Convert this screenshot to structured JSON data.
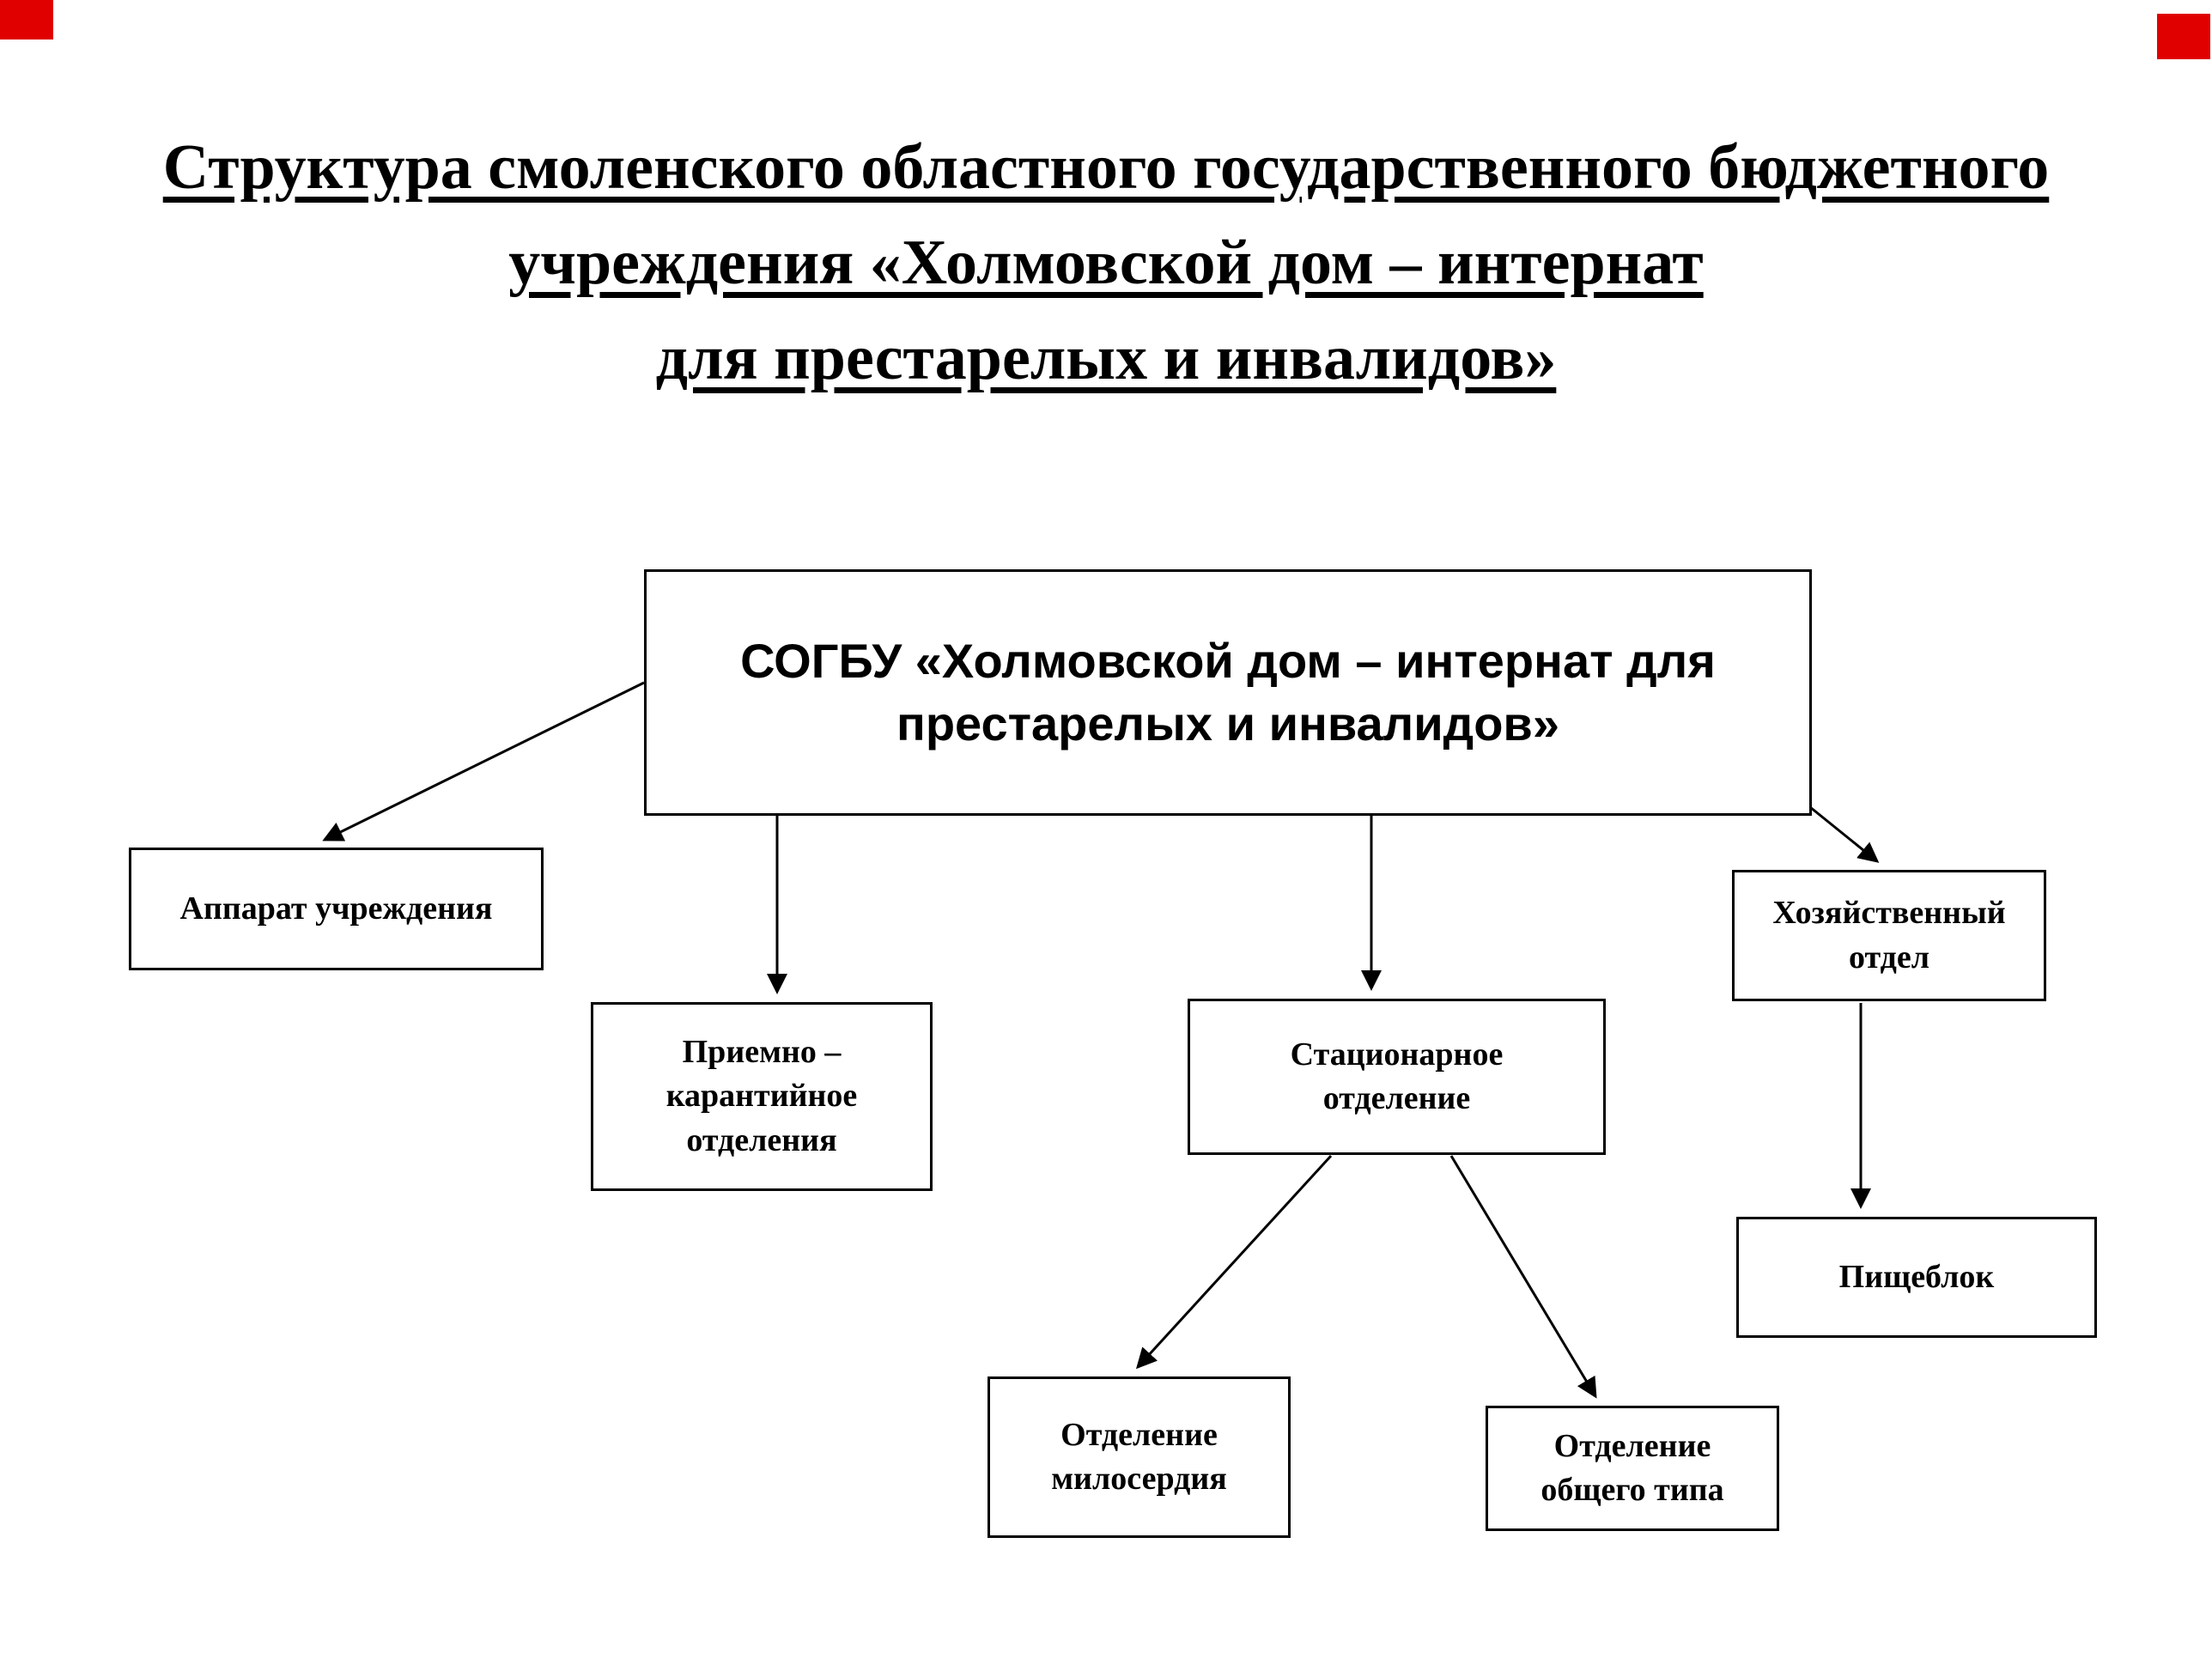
{
  "title": {
    "line1": "Структура смоленского областного государственного бюджетного",
    "line2": "учреждения «Холмовской дом – интернат",
    "line3": "для престарелых и инвалидов»"
  },
  "nodes": {
    "root": {
      "label": "СОГБУ «Холмовской дом – интернат для престарелых и инвалидов»",
      "lines": [
        "СОГБУ «Холмовской дом – интернат для",
        "престарелых и инвалидов»"
      ]
    },
    "apparat": {
      "label": "Аппарат учреждения",
      "lines": [
        "Аппарат учреждения"
      ]
    },
    "priemno": {
      "label": "Приемно – карантийное отделения",
      "lines": [
        "Приемно –",
        "карантийное",
        "отделения"
      ]
    },
    "stacionar": {
      "label": "Стационарное отделение",
      "lines": [
        "Стационарное",
        "отделение"
      ]
    },
    "hoz": {
      "label": "Хозяйственный отдел",
      "lines": [
        "Хозяйственный",
        "отдел"
      ]
    },
    "pishcheblok": {
      "label": "Пищеблок",
      "lines": [
        "Пищеблок"
      ]
    },
    "miloserdie": {
      "label": "Отделение милосердия",
      "lines": [
        "Отделение",
        "милосердия"
      ]
    },
    "obshchiy": {
      "label": "Отделение общего типа",
      "lines": [
        "Отделение",
        "общего типа"
      ]
    }
  },
  "colors": {
    "background": "#ffffff",
    "text": "#000000",
    "box_border": "#000000",
    "artifact_red": "#e00000"
  }
}
